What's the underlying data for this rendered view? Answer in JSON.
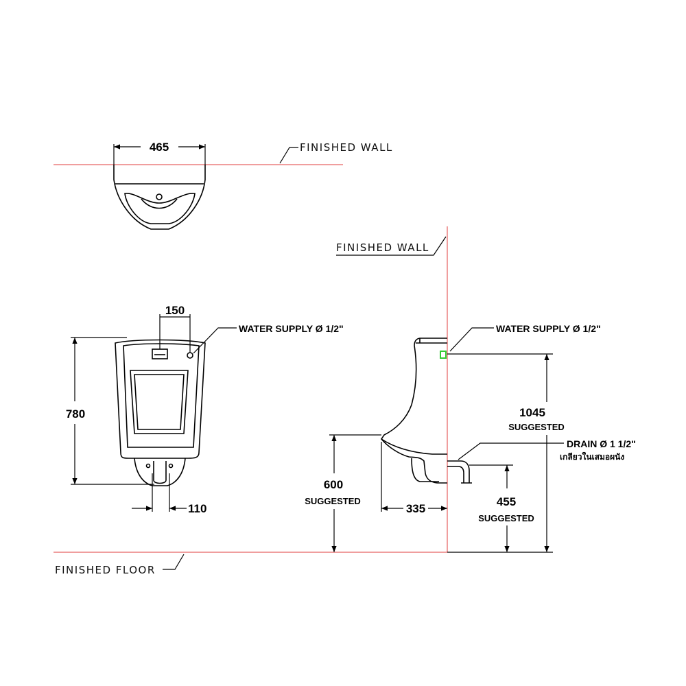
{
  "colors": {
    "reference_line": "#e03c3c",
    "water_supply_marker": "#33cc33",
    "ink": "#000000"
  },
  "labels": {
    "finished_wall_top": "FINISHED  WALL",
    "finished_wall_side": "FINISHED  WALL",
    "finished_floor": "FINISHED  FLOOR",
    "water_supply_front": "WATER SUPPLY Ø 1/2\"",
    "water_supply_side": "WATER SUPPLY Ø 1/2\"",
    "drain": "DRAIN Ø 1 1/2\"",
    "drain_note": "เกลียวในเสมอผนัง",
    "suggested_1045": "SUGGESTED",
    "suggested_600": "SUGGESTED",
    "suggested_455": "SUGGESTED"
  },
  "dimensions": {
    "top_width": "465",
    "supply_offset": "150",
    "height": "780",
    "outlet_width": "110",
    "supply_height": "1045",
    "rim_height": "600",
    "projection": "335",
    "drain_height": "455"
  }
}
